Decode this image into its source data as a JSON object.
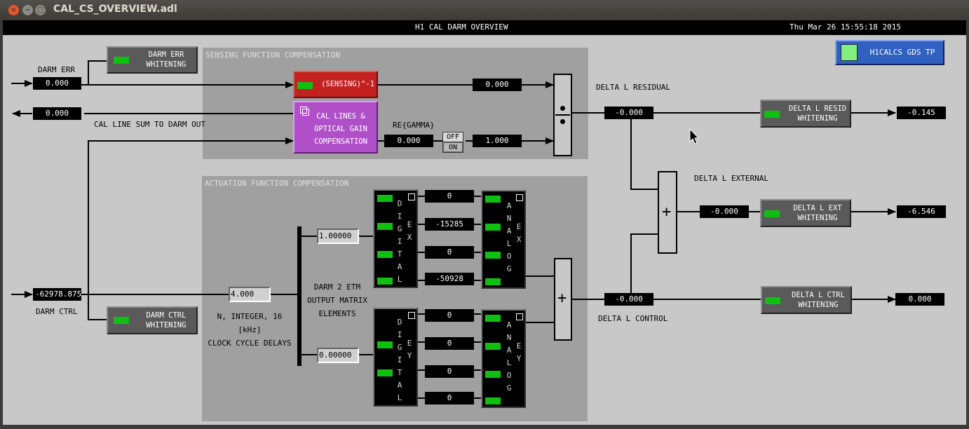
{
  "window": {
    "title": "CAL_CS_OVERVIEW.adl",
    "close": "×",
    "minimize": "−",
    "maximize": "□"
  },
  "header": {
    "title": "H1 CAL DARM OVERVIEW",
    "datetime": "Thu Mar 26 15:55:18 2015"
  },
  "gds_tp": "H1CALCS GDS TP",
  "darm_err": {
    "label": "DARM ERR",
    "value": "0.000",
    "whitening": "DARM ERR\nWHITENING"
  },
  "cal_line": {
    "value": "0.000",
    "label": "CAL LINE SUM TO DARM OUT"
  },
  "darm_ctrl": {
    "label": "DARM CTRL",
    "value": "-62978.875",
    "whitening": "DARM CTRL\nWHITENING"
  },
  "sensing": {
    "title": "SENSING FUNCTION COMPENSATION",
    "inv_label": "(SENSING)^-1",
    "inv_out": "0.000",
    "cal_lines_label": "CAL LINES &\nOPTICAL GAIN\nCOMPENSATION",
    "re_gamma_label": "RE{GAMMA}",
    "re_gamma_value": "0.000",
    "off": "OFF",
    "on": "ON",
    "gamma_out": "1.000",
    "sum_sym": "•"
  },
  "actuation": {
    "title": "ACTUATION FUNCTION COMPENSATION",
    "delay_value": "4.000",
    "delay_label": "N, INTEGER, 16 [kHz]\nCLOCK CYCLE DELAYS",
    "matrix_x": "1.00000",
    "matrix_y": "0.00000",
    "matrix_label": "DARM 2 ETM\nOUTPUT MATRIX\nELEMENTS",
    "digital_letters": [
      "D",
      "I",
      "G",
      "I",
      "T",
      "A",
      "L"
    ],
    "analog_letters": [
      "A",
      "N",
      "A",
      "L",
      "O",
      "G"
    ],
    "ex": [
      "E",
      "X"
    ],
    "ey": [
      "E",
      "Y"
    ],
    "ex_values": [
      "0",
      "-15285",
      "0",
      "-50928"
    ],
    "ey_values": [
      "0",
      "0",
      "0",
      "0"
    ]
  },
  "residual": {
    "label": "DELTA L RESIDUAL",
    "value": "-0.000",
    "whitening": "DELTA L RESID\nWHITENING",
    "out": "-0.145"
  },
  "external": {
    "label": "DELTA L EXTERNAL",
    "value": "-0.000",
    "whitening": "DELTA L EXT\nWHITENING",
    "out": "-6.546"
  },
  "control": {
    "label": "DELTA L CONTROL",
    "value": "-0.000",
    "whitening": "DELTA L CTRL\nWHITENING",
    "out": "0.000"
  },
  "sum_plus": "+"
}
